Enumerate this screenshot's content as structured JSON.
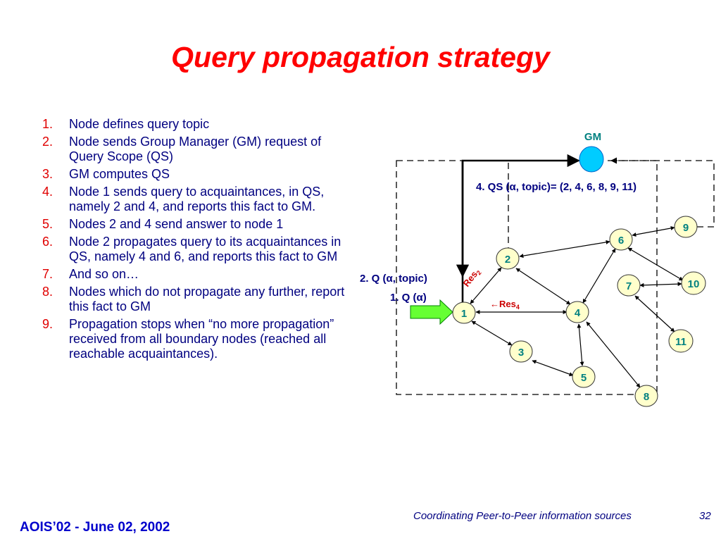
{
  "title": "Query propagation strategy",
  "steps": [
    {
      "num": "1.",
      "text": "Node defines  query topic"
    },
    {
      "num": "2.",
      "text": "Node sends Group Manager (GM) request of  Query Scope (QS)"
    },
    {
      "num": "3.",
      "text": "GM computes QS"
    },
    {
      "num": "4.",
      "text": "Node 1 sends query to acquaintances, in QS, namely 2 and 4, and reports this fact to GM."
    },
    {
      "num": "5.",
      "text": "Nodes 2 and 4 send answer to node 1"
    },
    {
      "num": "6.",
      "text": "Node 2 propagates query to its acquaintances in QS, namely 4 and 6, and reports this fact to GM"
    },
    {
      "num": "7.",
      "text": "And so on…"
    },
    {
      "num": "8.",
      "text": "Nodes which do not propagate any further, report this fact to GM"
    },
    {
      "num": "9.",
      "text": "Propagation stops when “no more propagation” received from all boundary nodes (reached all reachable acquaintances)."
    }
  ],
  "diagram": {
    "gm_label": "GM",
    "qs_label": "4. QS (α, topic)= (2, 4, 6, 8, 9, 11)",
    "q2_label": "2. Q (α, topic)",
    "q1_label": "1. Q (α)",
    "res2_label": "Res",
    "res2_sub": "2",
    "res4_label": "←Res",
    "res4_sub": "4",
    "nodes": [
      "1",
      "2",
      "3",
      "4",
      "5",
      "6",
      "7",
      "8",
      "9",
      "10",
      "11"
    ],
    "colors": {
      "node_fill": "#ffffcc",
      "gm_fill": "#00ccff",
      "label_teal": "#008080",
      "text_navy": "#000080",
      "accent_red": "#ff0000",
      "arrow_green": "#66ff33"
    }
  },
  "footer": {
    "left": "AOIS’02 - June 02, 2002",
    "right": "Coordinating Peer-to-Peer information sources",
    "page": "32"
  }
}
